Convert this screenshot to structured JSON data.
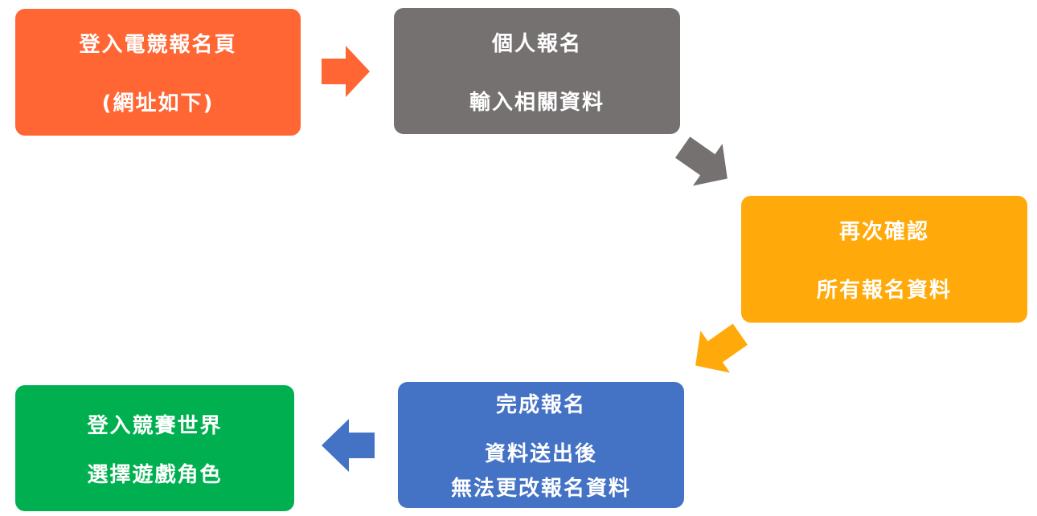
{
  "colors": {
    "step1": "#FF6633",
    "step2": "#767171",
    "step3": "#FFAA0A",
    "step4": "#4472C4",
    "step5": "#00B050",
    "text": "#FFFFFF"
  },
  "steps": [
    {
      "lines": [
        "登入電競報名頁",
        "(網址如下)"
      ]
    },
    {
      "lines": [
        "個人報名",
        "輸入相關資料"
      ]
    },
    {
      "lines": [
        "再次確認",
        "所有報名資料"
      ]
    },
    {
      "lines": [
        "完成報名",
        "資料送出後",
        "無法更改報名資料"
      ]
    },
    {
      "lines": [
        "登入競賽世界",
        "選擇遊戲角色"
      ]
    }
  ],
  "arrows": [
    {
      "direction": "right",
      "color": "#FF6633"
    },
    {
      "direction": "down-right",
      "color": "#767171"
    },
    {
      "direction": "down-left",
      "color": "#FFAA0A"
    },
    {
      "direction": "left",
      "color": "#4472C4"
    }
  ]
}
